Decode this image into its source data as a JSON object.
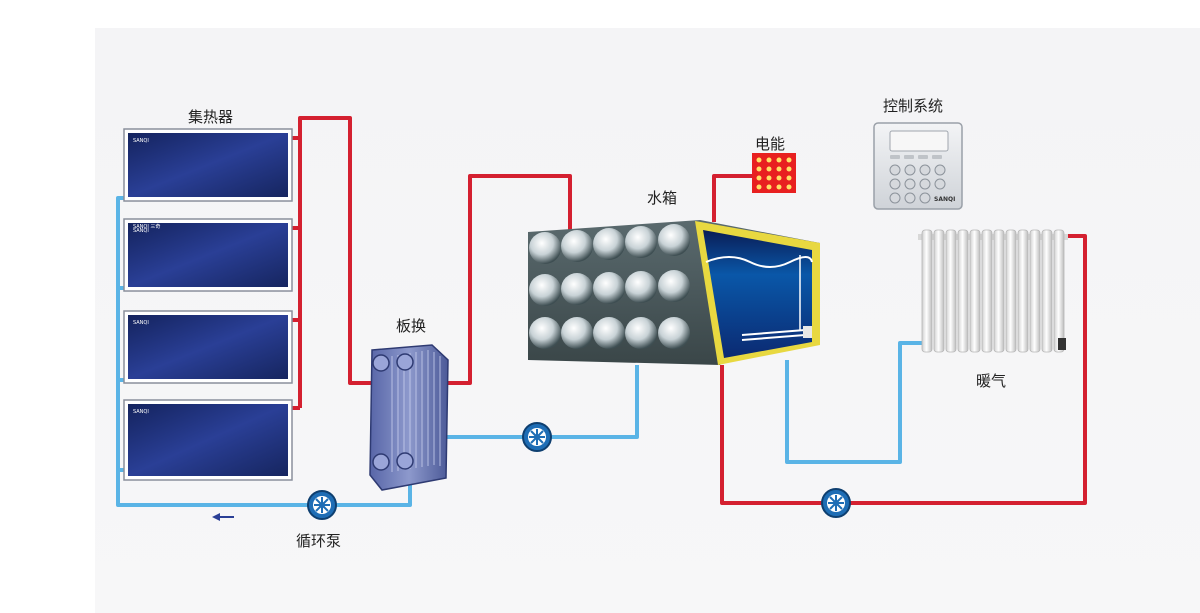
{
  "labels": {
    "collector": "集热器",
    "heat_exchanger": "板换",
    "water_tank": "水箱",
    "electric": "电能",
    "control_system": "控制系统",
    "heating": "暖气",
    "circulation_pump": "循环泵"
  },
  "collector_brand": "SANQI 三奇",
  "controller_brand": "SANQI",
  "colors": {
    "hot_pipe": "#d42030",
    "cold_pipe": "#5ab4e6",
    "collector_panel": "#1c2f78",
    "tank_frame": "#e8d840",
    "electric_heater": "#e82020"
  },
  "icons": [
    "pump-icon",
    "arrow-left-icon",
    "radiator-icon",
    "controller-icon",
    "electric-heater-icon"
  ]
}
